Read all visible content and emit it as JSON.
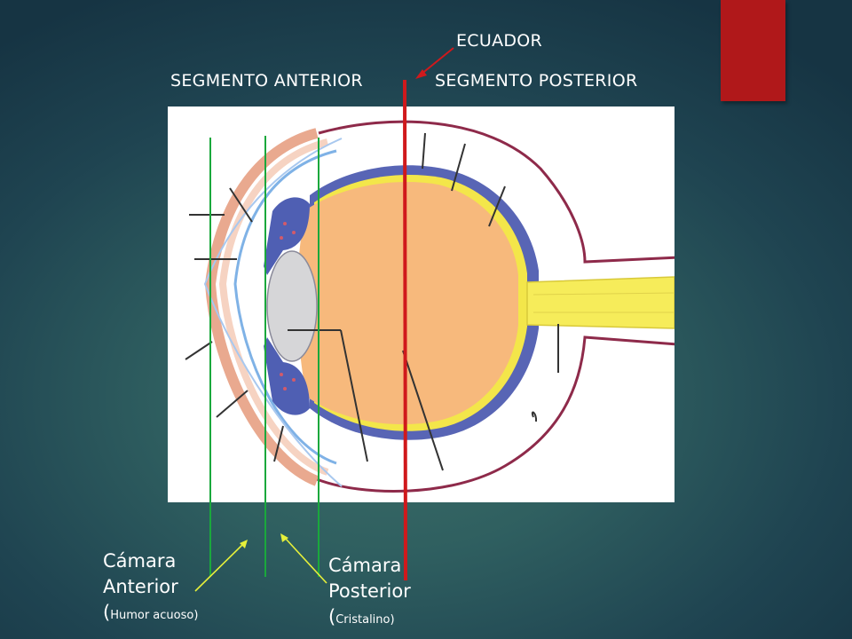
{
  "labels": {
    "ecuador": "ECUADOR",
    "segmento_anterior": "SEGMENTO ANTERIOR",
    "segmento_posterior": "SEGMENTO POSTERIOR",
    "camara_anterior_line1": "Cámara",
    "camara_anterior_line2": "Anterior",
    "camara_anterior_paren_open": "(",
    "camara_anterior_note": "Humor acuoso)",
    "camara_posterior_line1": "Cámara",
    "camara_posterior_line2": "Posterior",
    "camara_posterior_paren_open": "(",
    "camara_posterior_note": "Cristalino)"
  },
  "colors": {
    "accent_red": "#b0181a",
    "equator_line": "#d0191c",
    "chamber_lines": "#1aa83c",
    "arrow_yellow": "#e6f03a",
    "vitreous": "#f7b97c",
    "choroid": "#5865b5",
    "retina": "#f3e64a",
    "sclera_outline": "#8e2a4a",
    "lens": "#d6d6d8",
    "optic_nerve": "#f6ec5a"
  }
}
